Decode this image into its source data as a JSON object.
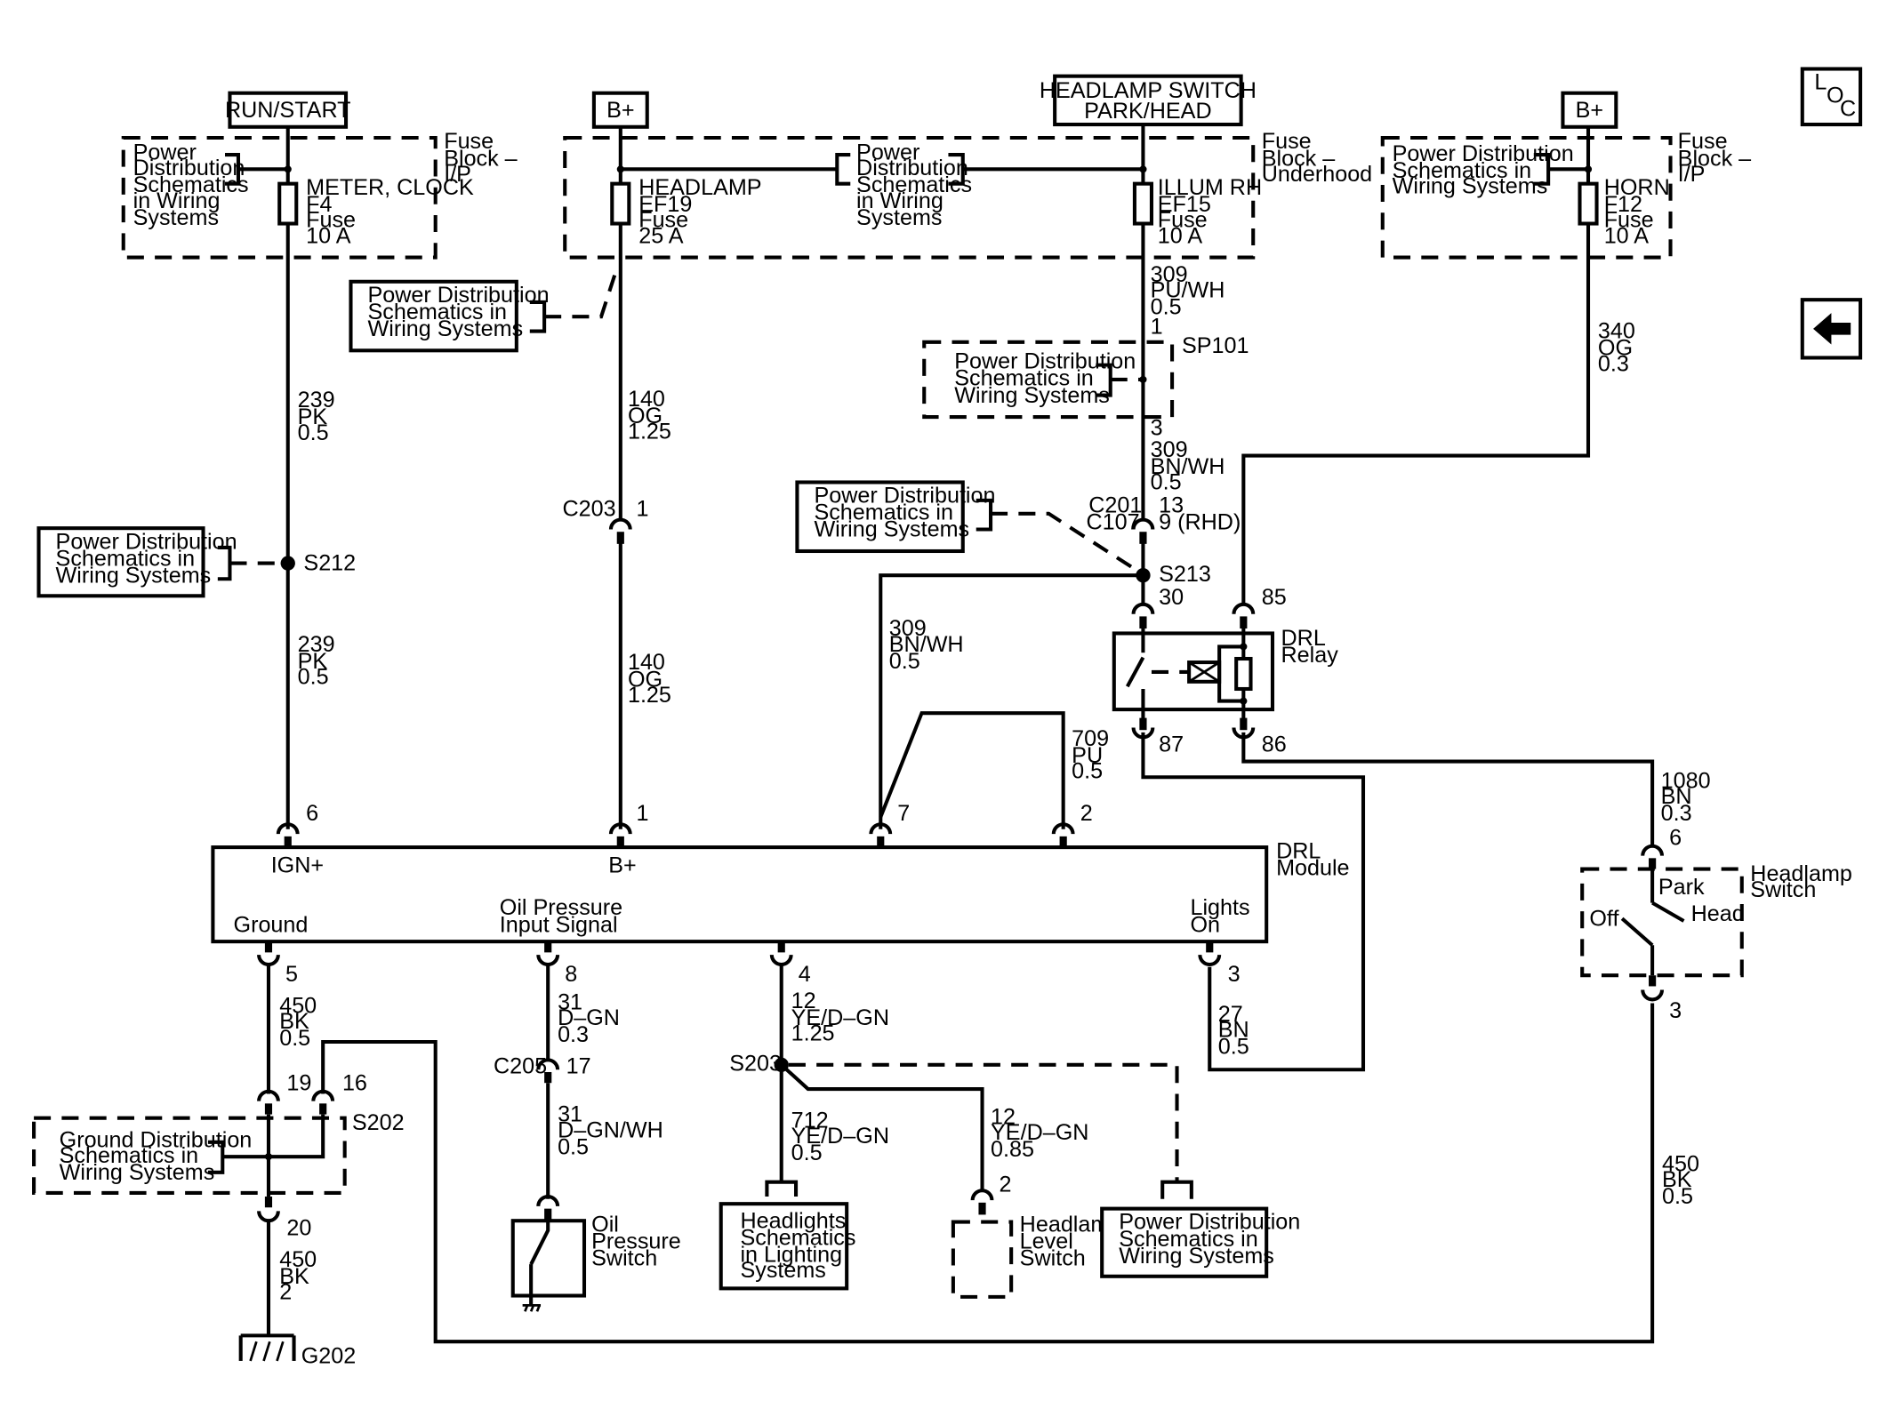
{
  "labels": {
    "run_start": "RUN/START",
    "bplus": "B+",
    "headlamp_switch_a": "HEADLAMP SWITCH",
    "headlamp_switch_b": "PARK/HEAD",
    "pds": [
      "Power Distribution",
      "Schematics in",
      "Wiring Systems"
    ],
    "pds_4line": [
      "Power",
      "Distribution",
      "Schematics",
      "in Wiring",
      "Systems"
    ],
    "pds_4line_b": [
      "Power",
      "Distribution",
      "Schematics",
      "in Wiring",
      "Systems"
    ],
    "fuse_ip": [
      "Fuse",
      "Block –",
      "I/P"
    ],
    "fuse_under": [
      "Fuse",
      "Block –",
      "Underhood"
    ],
    "fuse_ip2": [
      "Fuse",
      "Block –",
      "I/P"
    ],
    "fuse_meter": [
      "METER, CLOCK",
      "F4",
      "Fuse",
      "10 A"
    ],
    "fuse_headlamp": [
      "HEADLAMP",
      "EF19",
      "Fuse",
      "25 A"
    ],
    "fuse_illum": [
      "ILLUM RH",
      "EF15",
      "Fuse",
      "10 A"
    ],
    "fuse_horn": [
      "HORN",
      "F12",
      "Fuse",
      "10 A"
    ],
    "wire_239_a": [
      "239",
      "PK",
      "0.5"
    ],
    "wire_239_b": [
      "239",
      "PK",
      "0.5"
    ],
    "wire_140_a": [
      "140",
      "OG",
      "1.25"
    ],
    "wire_140_b": [
      "140",
      "OG",
      "1.25"
    ],
    "wire_309_a": [
      "309",
      "PU/WH",
      "0.5"
    ],
    "wire_309_b": [
      "309",
      "BN/WH",
      "0.5"
    ],
    "wire_309_c": [
      "309",
      "BN/WH",
      "0.5"
    ],
    "wire_340": [
      "340",
      "OG",
      "0.3"
    ],
    "wire_709": [
      "709",
      "PU",
      "0.5"
    ],
    "wire_1080": [
      "1080",
      "BN",
      "0.3"
    ],
    "wire_450_a": [
      "450",
      "BK",
      "0.5"
    ],
    "wire_450_b": [
      "450",
      "BK",
      "2"
    ],
    "wire_450_c": [
      "450",
      "BK",
      "0.5"
    ],
    "wire_31_a": [
      "31",
      "D–GN",
      "0.3"
    ],
    "wire_31_b": [
      "31",
      "D–GN/WH",
      "0.5"
    ],
    "wire_12_a": [
      "12",
      "YE/D–GN",
      "1.25"
    ],
    "wire_712": [
      "712",
      "YE/D–GN",
      "0.5"
    ],
    "wire_12_b": [
      "12",
      "YE/D–GN",
      "0.85"
    ],
    "wire_27": [
      "27",
      "BN",
      "0.5"
    ],
    "sp101": "SP101",
    "s212": "S212",
    "s213": "S213",
    "s202": "S202",
    "s203": "S203",
    "c203": "C203",
    "c205": "C205",
    "c201": "C201",
    "c107": "C107",
    "c201_pin": "13",
    "c107_pin": "9 (RHD)",
    "g202": "G202",
    "pin_1": "1",
    "pin_1b": "1",
    "pin_1c": "1",
    "pin_3": "3",
    "pin_3b": "3",
    "pin_3c": "3",
    "pin_2": "2",
    "pin_2b": "2",
    "pin_4": "4",
    "pin_5": "5",
    "pin_6": "6",
    "pin_6b": "6",
    "pin_7": "7",
    "pin_8": "8",
    "pin_16": "16",
    "pin_17": "17",
    "pin_19": "19",
    "pin_20": "20",
    "pin_30": "30",
    "pin_85": "85",
    "pin_86": "86",
    "pin_87": "87",
    "drl_relay": [
      "DRL",
      "Relay"
    ],
    "drl_module": [
      "DRL",
      "Module"
    ],
    "ign": "IGN+",
    "bplus_in": "B+",
    "ground": "Ground",
    "oil_signal": [
      "Oil Pressure",
      "Input Signal"
    ],
    "lights_on": [
      "Lights",
      "On"
    ],
    "headlamp_switch": [
      "Headlamp",
      "Switch"
    ],
    "park": "Park",
    "head": "Head",
    "off": "Off",
    "gds": [
      "Ground Distribution",
      "Schematics in",
      "Wiring Systems"
    ],
    "oil_switch": [
      "Oil",
      "Pressure",
      "Switch"
    ],
    "headlights": [
      "Headlights",
      "Schematics",
      "in Lighting",
      "Systems"
    ],
    "level_switch": [
      "Headlamp",
      "Level",
      "Switch"
    ],
    "pds_bottom": [
      "Power Distribution",
      "Schematics in",
      "Wiring Systems"
    ],
    "loc_l": "L",
    "loc_o": "O",
    "loc_c": "C"
  },
  "icons": [
    "loc-icon",
    "back-arrow-icon",
    "ground-icon",
    "relay-coil-icon",
    "switch-icon"
  ]
}
